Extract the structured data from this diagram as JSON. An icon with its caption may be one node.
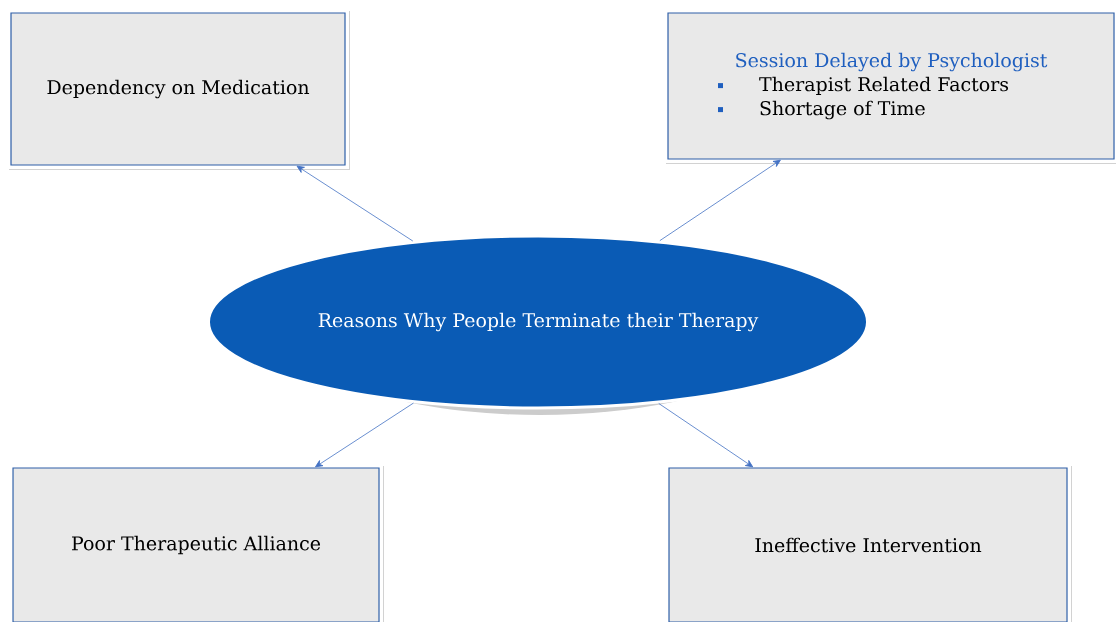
{
  "diagram": {
    "nodes": [
      {
        "text": [
          "Dependency on Medication"
        ]
      },
      {
        "text": [
          "Session Delayed by Psychologist",
          "Therapist Related Factors",
          "Shortage of Time"
        ]
      },
      {
        "text": [
          "Reasons Why People Terminate their Therapy"
        ]
      },
      {
        "text": [
          "Poor Therapeutic Alliance"
        ]
      },
      {
        "text": [
          "Ineffective Intervention"
        ]
      }
    ],
    "edges": [
      {
        "from": 2,
        "to": 0,
        "arrow": "to"
      },
      {
        "from": 2,
        "to": 1,
        "arrow": "to"
      },
      {
        "from": 2,
        "to": 3,
        "arrow": "to"
      },
      {
        "from": 2,
        "to": 4,
        "arrow": "to"
      }
    ]
  }
}
